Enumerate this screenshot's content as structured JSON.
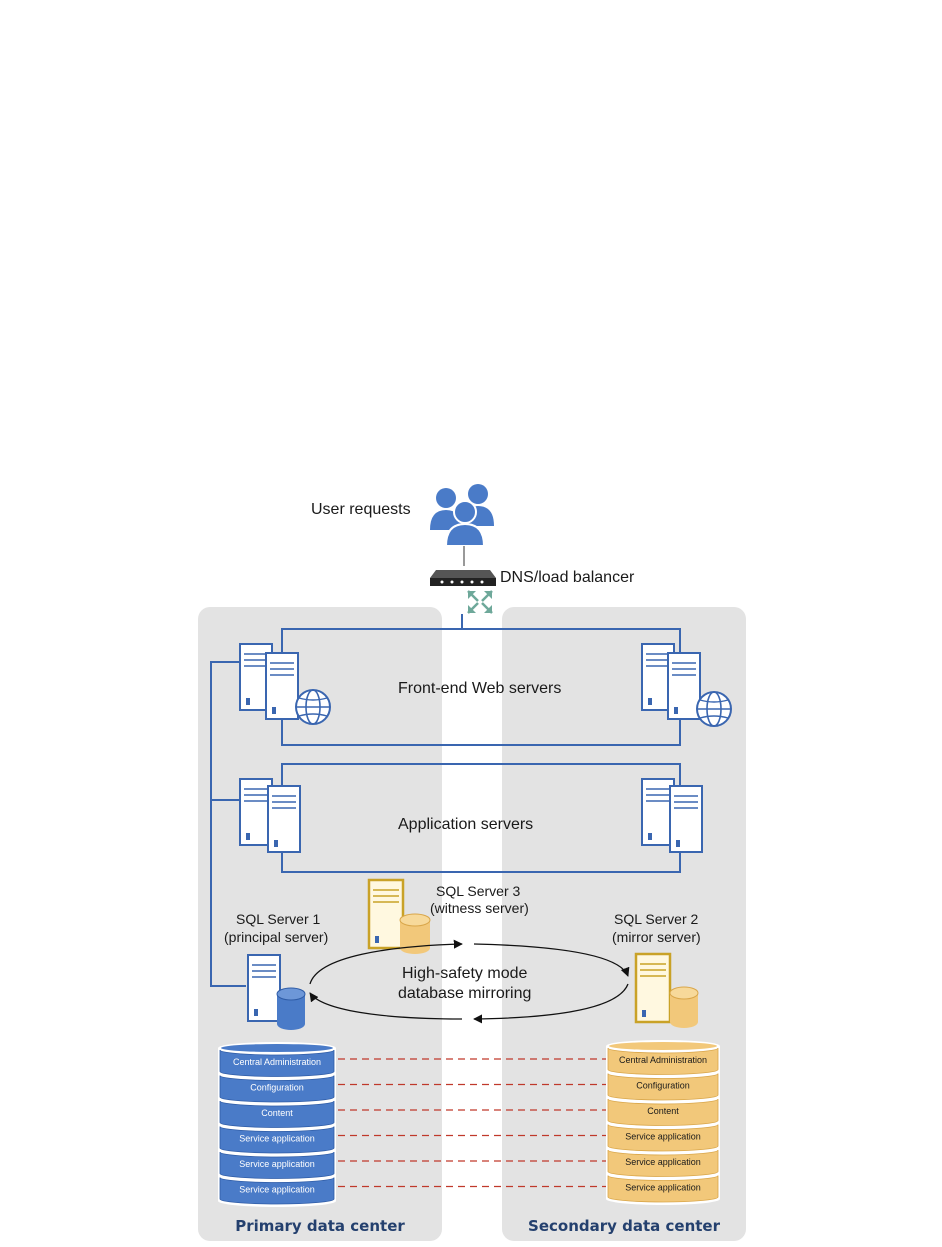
{
  "labels": {
    "user_requests": "User requests",
    "dns_lb": "DNS/load balancer",
    "front_end": "Front-end Web servers",
    "app_servers": "Application servers",
    "sql3_line1": "SQL Server 3",
    "sql3_line2": "(witness server)",
    "sql1_line1": "SQL Server 1",
    "sql1_line2": "(principal server)",
    "sql2_line1": "SQL Server 2",
    "sql2_line2": "(mirror server)",
    "mirroring_line1": "High-safety mode",
    "mirroring_line2": "database mirroring"
  },
  "data_centers": {
    "primary": "Primary data center",
    "secondary": "Secondary data center"
  },
  "databases": [
    "Central Administration",
    "Configuration",
    "Content",
    "Service application",
    "Service application",
    "Service application"
  ],
  "colors": {
    "primary_db": "#4a7bc8",
    "primary_db_dark": "#2f5ca6",
    "secondary_db": "#f2c87a",
    "secondary_db_dark": "#d9a64a",
    "panel": "#e3e3e3",
    "connector": "#3a66b0",
    "mirror_link": "#c0392b",
    "witness_accent": "#c9a227"
  },
  "icons": {
    "users": "users-group-icon",
    "load_balancer": "load-balancer-icon",
    "web_server": "web-server-icon",
    "app_server": "app-server-icon",
    "sql_server": "sql-server-icon"
  }
}
